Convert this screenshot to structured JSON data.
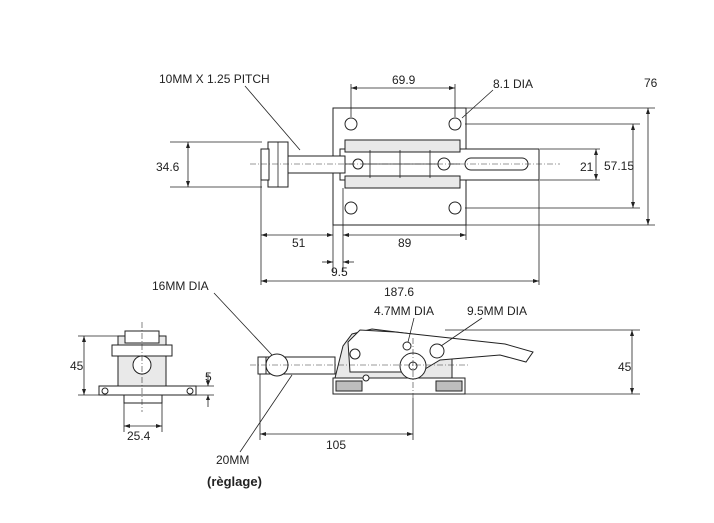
{
  "drawing": {
    "callouts": {
      "thread": "10MM X 1.25 PITCH",
      "hole_top": "8.1 DIA",
      "spindle_dia": "16MM DIA",
      "pin_small": "4.7MM DIA",
      "pin_large": "9.5MM DIA",
      "adjustment": "20MM",
      "adjustment_note": "(règlage)"
    },
    "top_view": {
      "hole_spacing": "69.9",
      "overall_height": "76",
      "hole_row_spacing": "57.15",
      "slot_width": "21",
      "plate_height": "34.6",
      "spindle_projection": "51",
      "body_length": "89",
      "offset": "9.5",
      "overall_length": "187.6"
    },
    "end_view": {
      "height": "45",
      "base_thickness": "5",
      "base_width": "25.4"
    },
    "side_view": {
      "height": "45",
      "length": "105"
    }
  }
}
